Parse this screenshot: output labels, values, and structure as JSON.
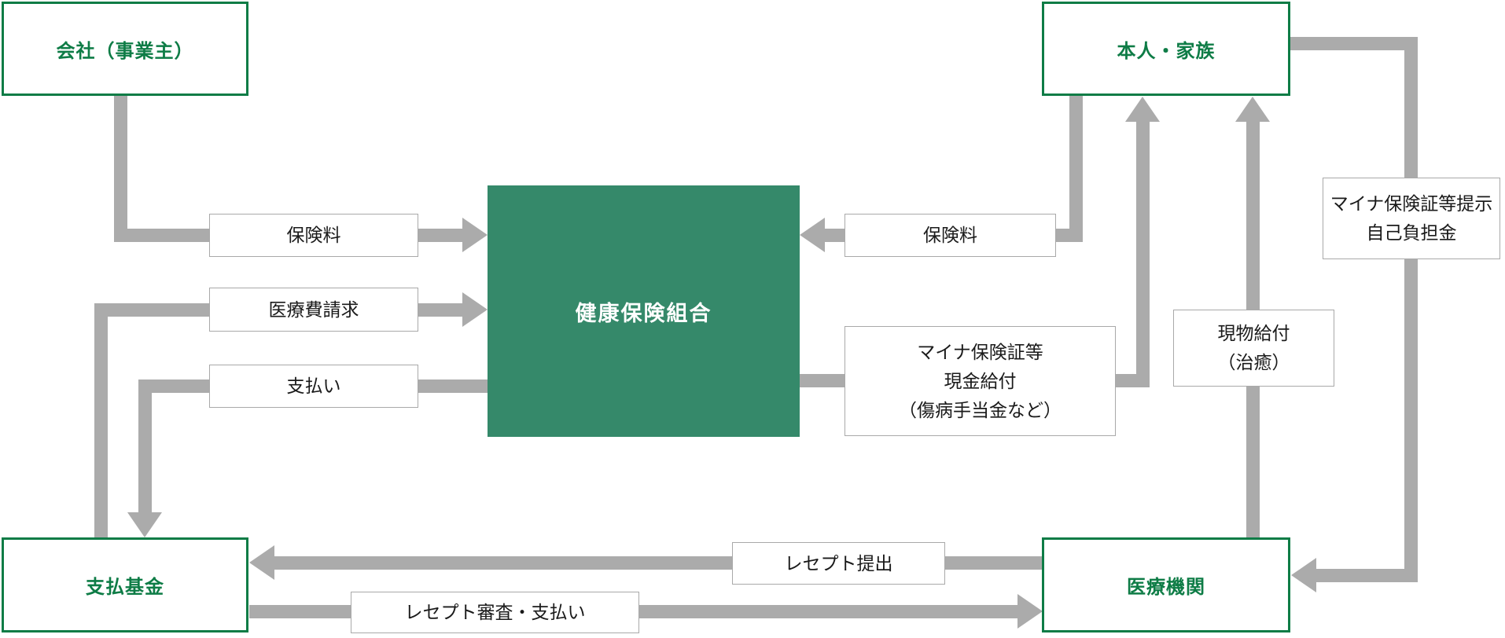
{
  "colors": {
    "green_fill": "#35896a",
    "green_border": "#0e7c46",
    "arrow_gray": "#ababab",
    "label_border": "#a9a9a9"
  },
  "nodes": {
    "company": {
      "label": "会社（事業主）"
    },
    "member": {
      "label": "本人・家族"
    },
    "kenpo": {
      "label": "健康保険組合"
    },
    "payment_fund": {
      "label": "支払基金"
    },
    "medical": {
      "label": "医療機関"
    }
  },
  "flows": {
    "premium_left": {
      "label": "保険料"
    },
    "medical_claim": {
      "label": "医療費請求"
    },
    "payment": {
      "label": "支払い"
    },
    "premium_right": {
      "label": "保険料"
    },
    "cash_benefit": {
      "lines": [
        "マイナ保険証等",
        "現金給付",
        "（傷病手当金など）"
      ]
    },
    "benefit_in_kind": {
      "lines": [
        "現物給付",
        "（治癒）"
      ]
    },
    "myna_presentation": {
      "lines": [
        "マイナ保険証等提示",
        "自己負担金"
      ]
    },
    "receipt_submission": {
      "label": "レセプト提出"
    },
    "receipt_review": {
      "label": "レセプト審査・支払い"
    }
  }
}
